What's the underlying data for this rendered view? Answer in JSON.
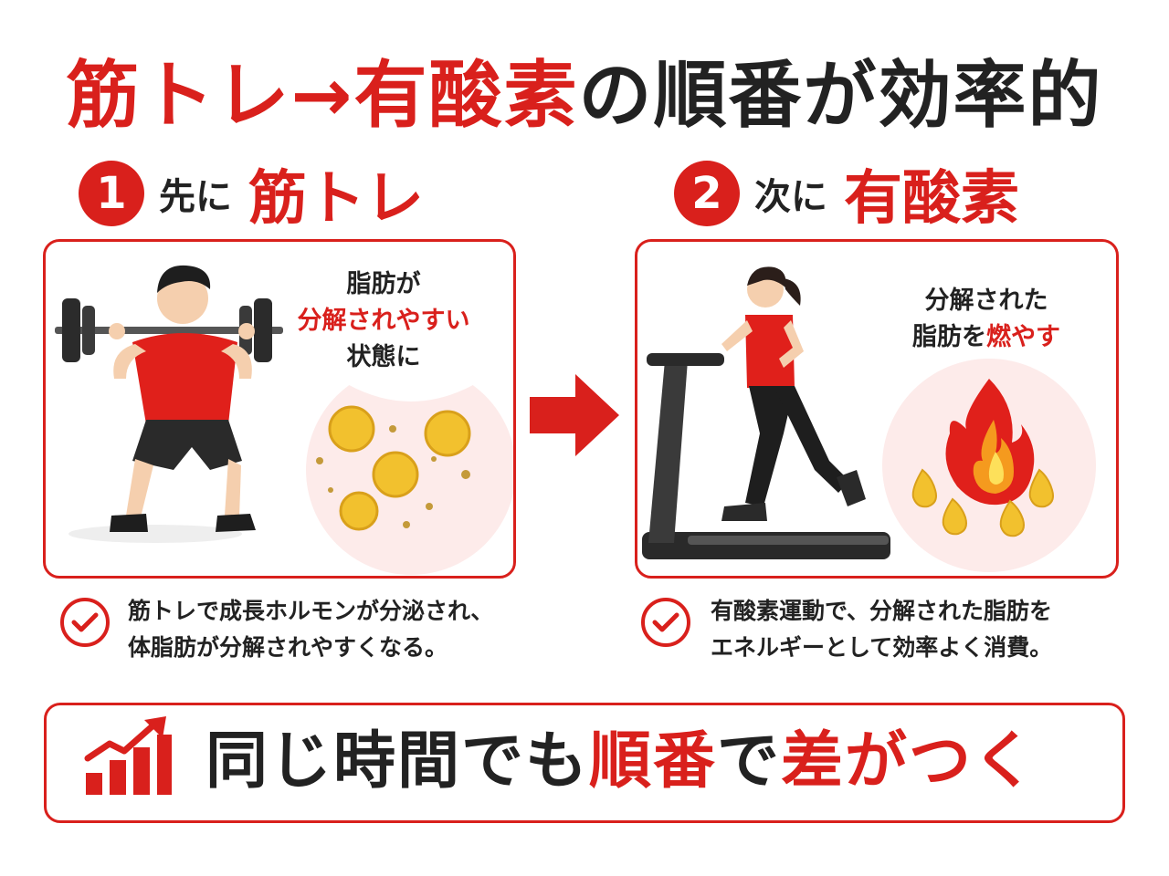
{
  "title": {
    "part1_red": "筋トレ→有酸素",
    "part2_dark": "の順番が効率的"
  },
  "steps": [
    {
      "number": "1",
      "prefix": "先に",
      "main": "筋トレ",
      "bubble_line1": "脂肪が",
      "bubble_line2_red": "分解されやすい",
      "bubble_line3": "状態に",
      "note_line1": "筋トレで成長ホルモンが分泌され、",
      "note_line2": "体脂肪が分解されやすくなる。",
      "illustration_icon": "barbell-squat-man-icon"
    },
    {
      "number": "2",
      "prefix": "次に",
      "main": "有酸素",
      "bubble_line1": "分解された",
      "bubble_line2_dark": "脂肪を",
      "bubble_line2_red": "燃やす",
      "note_line1": "有酸素運動で、分解された脂肪を",
      "note_line2": "エネルギーとして効率よく消費。",
      "illustration_icon": "treadmill-runner-woman-icon"
    }
  ],
  "bottom": {
    "dark1": "同じ時間でも",
    "red1": "順番",
    "dark2": "で",
    "red2": "差がつく",
    "icon": "rising-bar-chart-icon"
  },
  "colors": {
    "accent_red": "#d9201c",
    "text_dark": "#222222",
    "fat_yellow": "#f2c12e",
    "bubble_pink": "#fdebea"
  }
}
